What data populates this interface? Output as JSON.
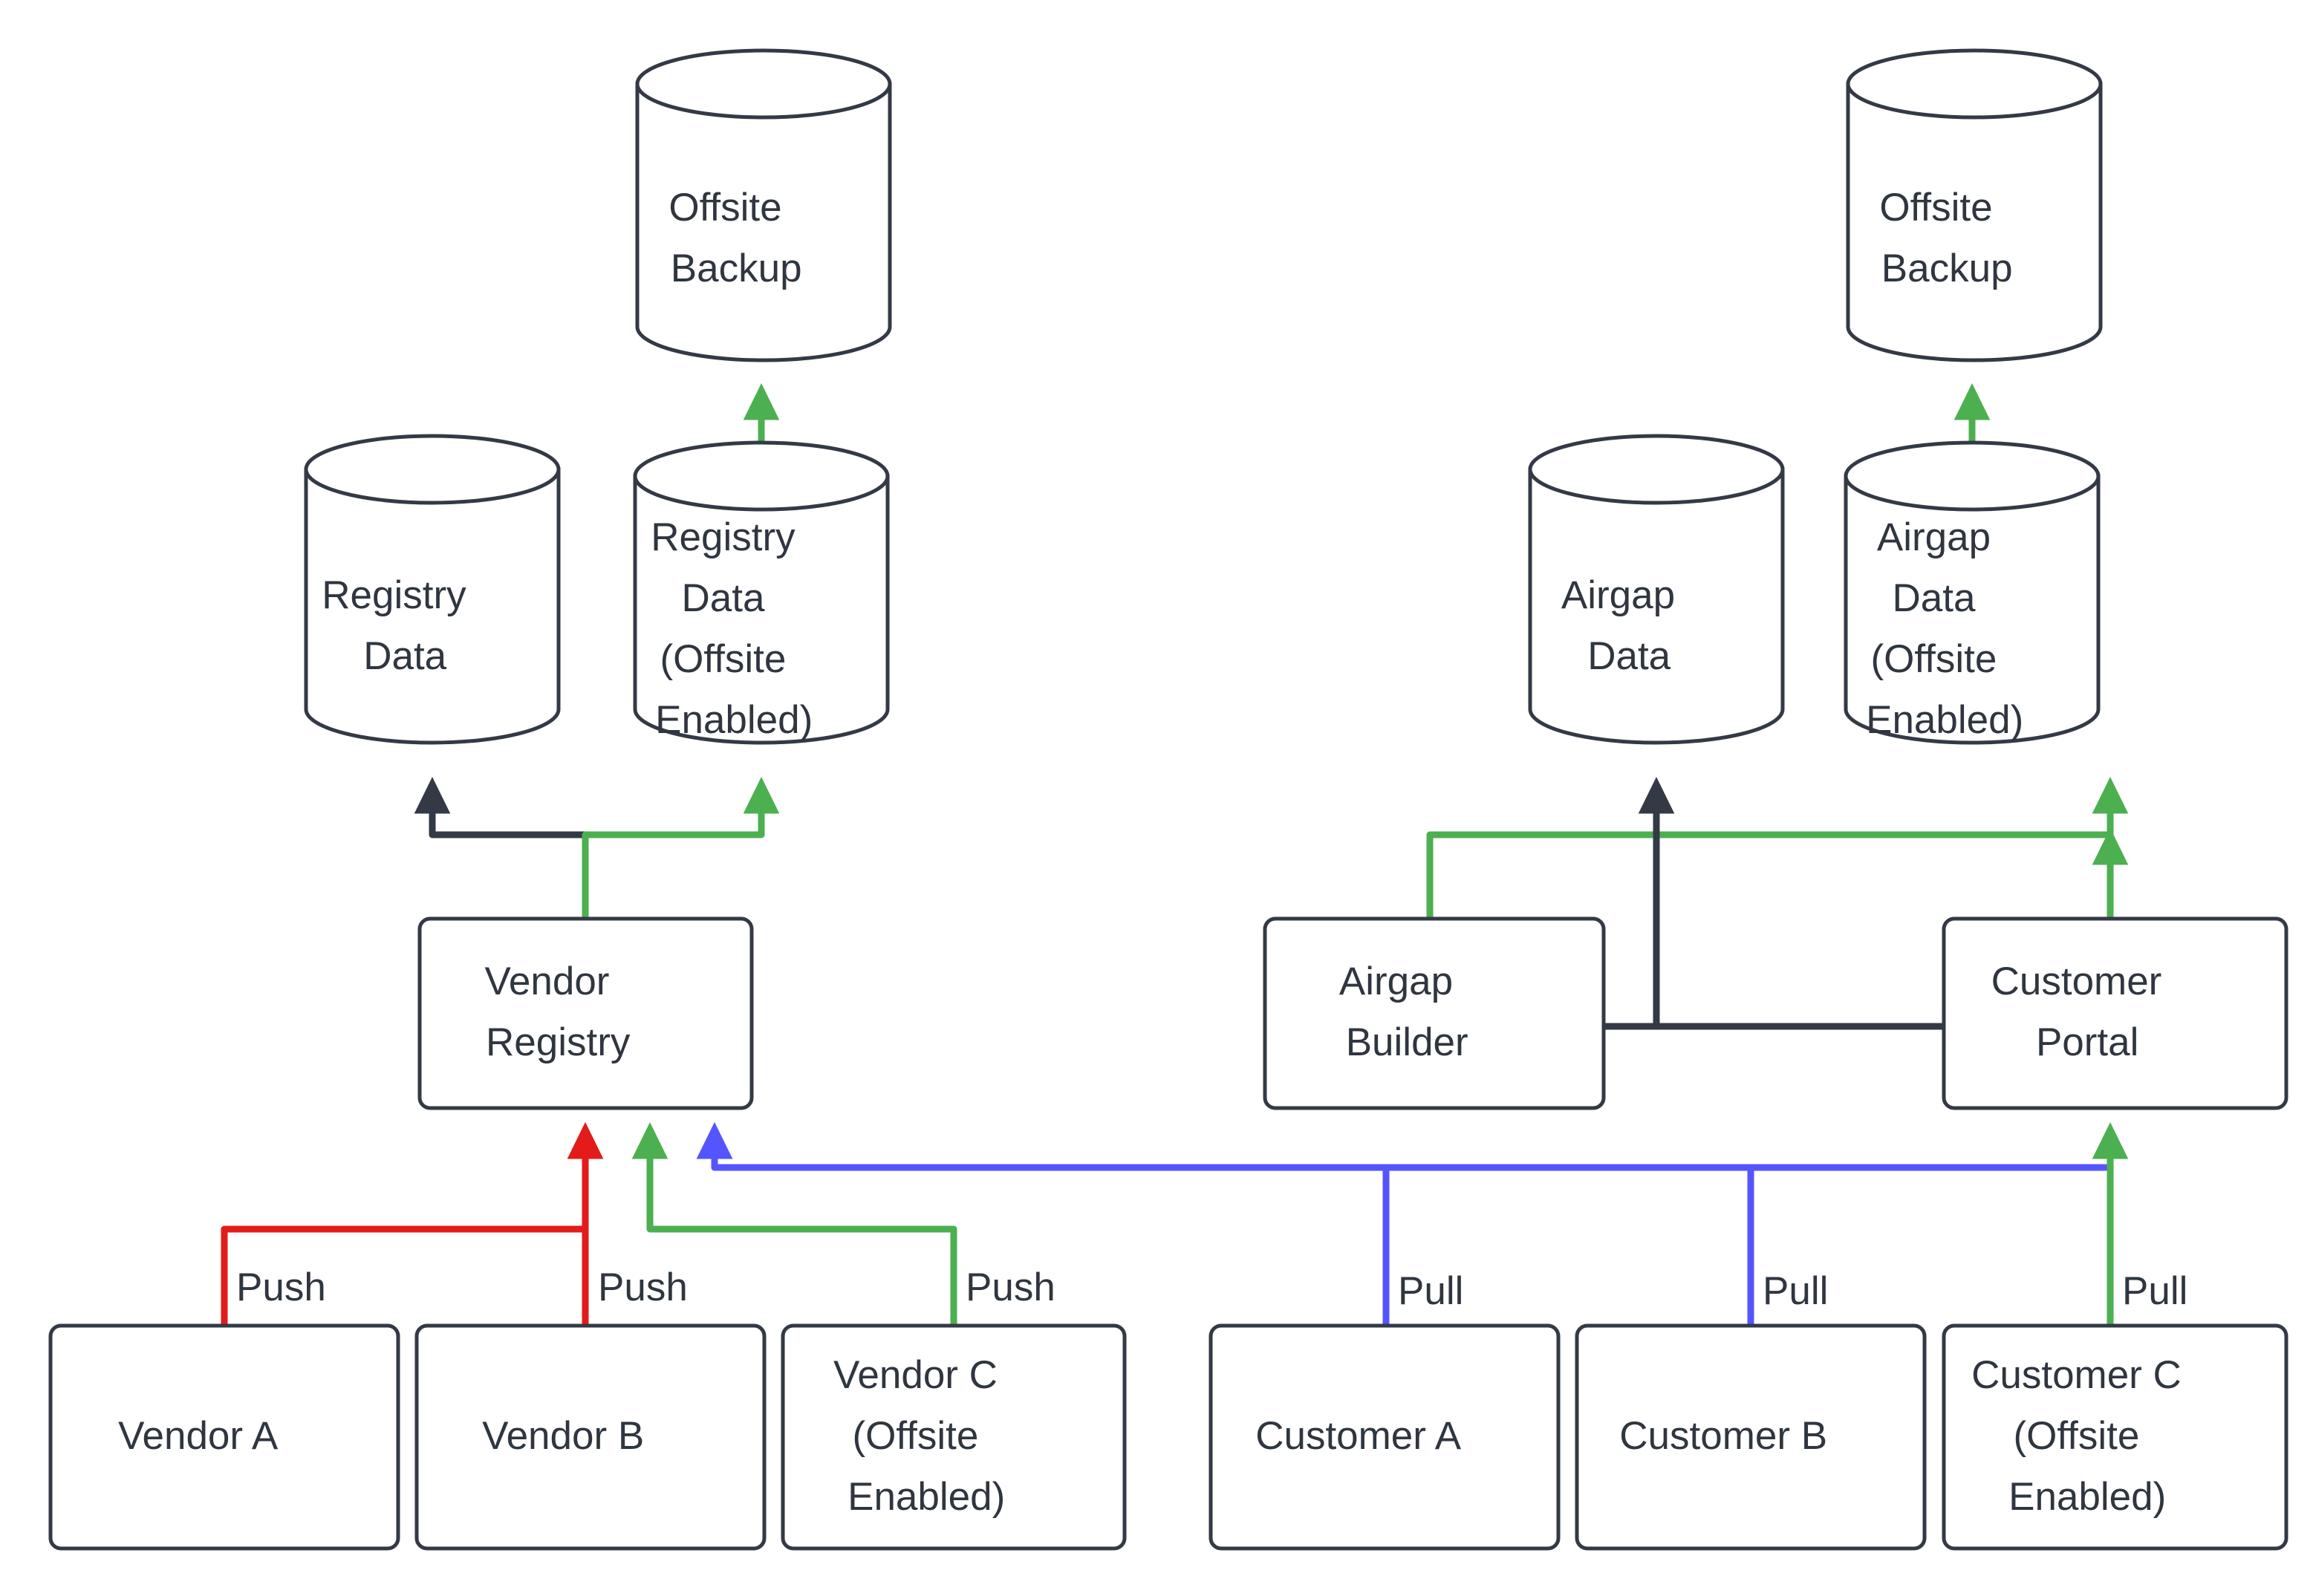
{
  "diagram": {
    "title": "Vendor Registry and Customer Portal Offsite Backup Flow",
    "background_color": "#ffffff",
    "palette": {
      "node_stroke": "#333A45",
      "node_fill": "#ffffff",
      "text": "#2F3640",
      "push_red": "#E31B1B",
      "offsite_green": "#4CAF50",
      "pull_blue": "#5555FF",
      "dark_link": "#333A45"
    },
    "nodes": {
      "offsite_backup_left": {
        "label_lines": [
          "Offsite",
          "Backup"
        ],
        "shape": "cylinder"
      },
      "registry_data": {
        "label_lines": [
          "Registry",
          "Data"
        ],
        "shape": "cylinder"
      },
      "registry_data_offsite": {
        "label_lines": [
          "Registry",
          "Data",
          "(Offsite",
          "Enabled)"
        ],
        "shape": "cylinder"
      },
      "vendor_registry": {
        "label_lines": [
          "Vendor",
          "Registry"
        ],
        "shape": "box"
      },
      "vendor_a": {
        "label_lines": [
          "Vendor A"
        ],
        "shape": "box"
      },
      "vendor_b": {
        "label_lines": [
          "Vendor B"
        ],
        "shape": "box"
      },
      "vendor_c": {
        "label_lines": [
          "Vendor C",
          "(Offsite",
          "Enabled)"
        ],
        "shape": "box"
      },
      "offsite_backup_right": {
        "label_lines": [
          "Offsite",
          "Backup"
        ],
        "shape": "cylinder"
      },
      "airgap_data": {
        "label_lines": [
          "Airgap",
          "Data"
        ],
        "shape": "cylinder"
      },
      "airgap_data_offsite": {
        "label_lines": [
          "Airgap",
          "Data",
          "(Offsite",
          "Enabled)"
        ],
        "shape": "cylinder"
      },
      "airgap_builder": {
        "label_lines": [
          "Airgap",
          "Builder"
        ],
        "shape": "box"
      },
      "customer_portal": {
        "label_lines": [
          "Customer",
          "Portal"
        ],
        "shape": "box"
      },
      "customer_a": {
        "label_lines": [
          "Customer A"
        ],
        "shape": "box"
      },
      "customer_b": {
        "label_lines": [
          "Customer B"
        ],
        "shape": "box"
      },
      "customer_c": {
        "label_lines": [
          "Customer C",
          "(Offsite",
          "Enabled)"
        ],
        "shape": "box"
      }
    },
    "edge_labels": {
      "vendor_a_push": "Push",
      "vendor_b_push": "Push",
      "vendor_c_push": "Push",
      "customer_a_pull": "Pull",
      "customer_b_pull": "Pull",
      "customer_c_pull": "Pull"
    },
    "edges": [
      {
        "from": "registry_data_offsite",
        "to": "offsite_backup_left",
        "color": "#4CAF50",
        "label": ""
      },
      {
        "from": "vendor_registry",
        "to": "registry_data",
        "color": "#333A45",
        "label": ""
      },
      {
        "from": "vendor_registry",
        "to": "registry_data_offsite",
        "color": "#4CAF50",
        "label": ""
      },
      {
        "from": "vendor_a",
        "to": "vendor_registry",
        "color": "#E31B1B",
        "label": "Push"
      },
      {
        "from": "vendor_b",
        "to": "vendor_registry",
        "color": "#E31B1B",
        "label": "Push"
      },
      {
        "from": "vendor_c",
        "to": "vendor_registry",
        "color": "#4CAF50",
        "label": "Push"
      },
      {
        "from": "airgap_data_offsite",
        "to": "offsite_backup_right",
        "color": "#4CAF50",
        "label": ""
      },
      {
        "from": "airgap_builder",
        "to": "airgap_data_offsite",
        "color": "#4CAF50",
        "label": ""
      },
      {
        "from": "customer_portal",
        "to": "airgap_data",
        "color": "#333A45",
        "label": ""
      },
      {
        "from": "customer_portal",
        "to": "airgap_data_offsite",
        "color": "#4CAF50",
        "label": ""
      },
      {
        "from": "airgap_builder",
        "to": "customer_portal",
        "color": "#333A45",
        "label": ""
      },
      {
        "from": "customer_a",
        "to": "vendor_registry",
        "color": "#5555FF",
        "label": "Pull"
      },
      {
        "from": "customer_b",
        "to": "vendor_registry",
        "color": "#5555FF",
        "label": "Pull"
      },
      {
        "from": "customer_c",
        "to": "customer_portal",
        "color": "#4CAF50",
        "label": "Pull"
      }
    ]
  }
}
